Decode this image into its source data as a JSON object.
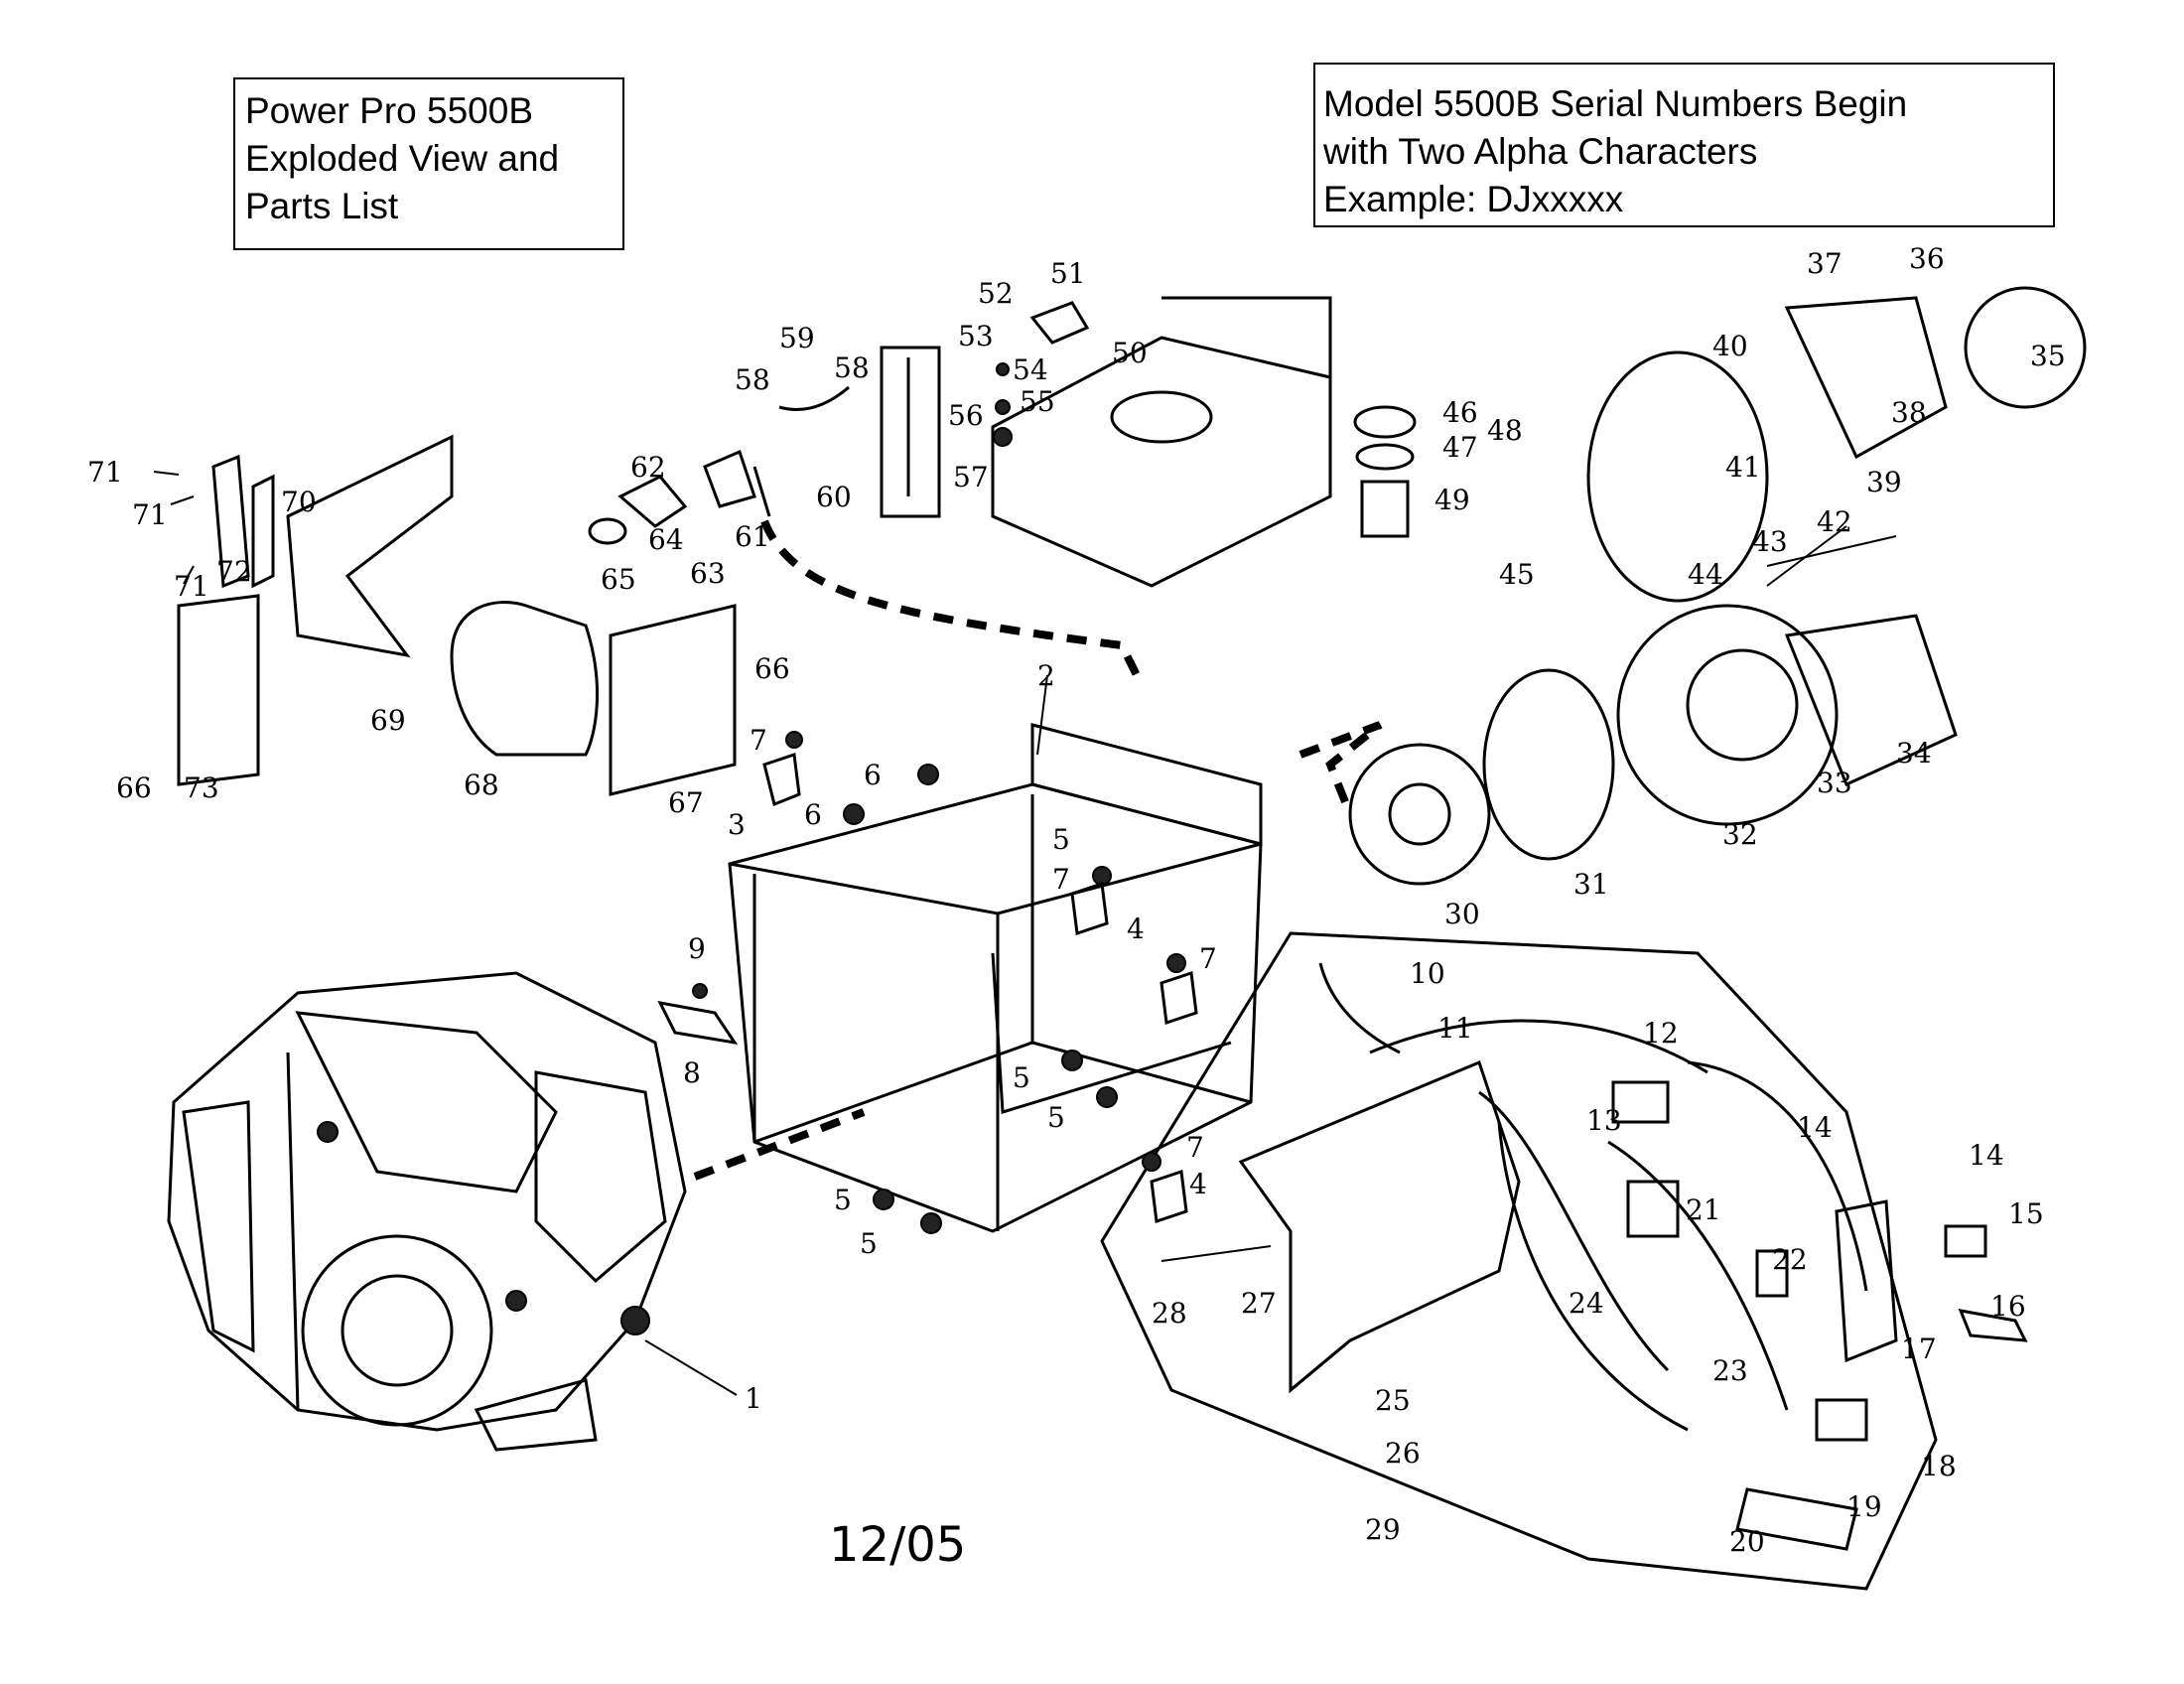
{
  "title_box": {
    "lines": [
      "Power Pro 5500B",
      "Exploded View and",
      "Parts List"
    ]
  },
  "serial_box": {
    "lines": [
      "Model 5500B Serial Numbers Begin",
      "with Two Alpha Characters",
      "Example: DJxxxxx"
    ]
  },
  "date": "12/05",
  "callouts": [
    "1",
    "2",
    "3",
    "4",
    "4",
    "5",
    "5",
    "5",
    "5",
    "5",
    "6",
    "6",
    "7",
    "7",
    "7",
    "7",
    "8",
    "9",
    "10",
    "11",
    "12",
    "13",
    "14",
    "14",
    "15",
    "16",
    "17",
    "18",
    "19",
    "20",
    "21",
    "22",
    "23",
    "24",
    "25",
    "26",
    "27",
    "28",
    "29",
    "30",
    "31",
    "32",
    "33",
    "34",
    "35",
    "36",
    "37",
    "38",
    "39",
    "40",
    "41",
    "42",
    "43",
    "44",
    "45",
    "46",
    "47",
    "48",
    "49",
    "50",
    "51",
    "52",
    "53",
    "54",
    "55",
    "56",
    "57",
    "58",
    "58",
    "59",
    "60",
    "61",
    "62",
    "63",
    "64",
    "65",
    "66",
    "66",
    "67",
    "68",
    "69",
    "70",
    "71",
    "71",
    "71",
    "72",
    "73"
  ]
}
